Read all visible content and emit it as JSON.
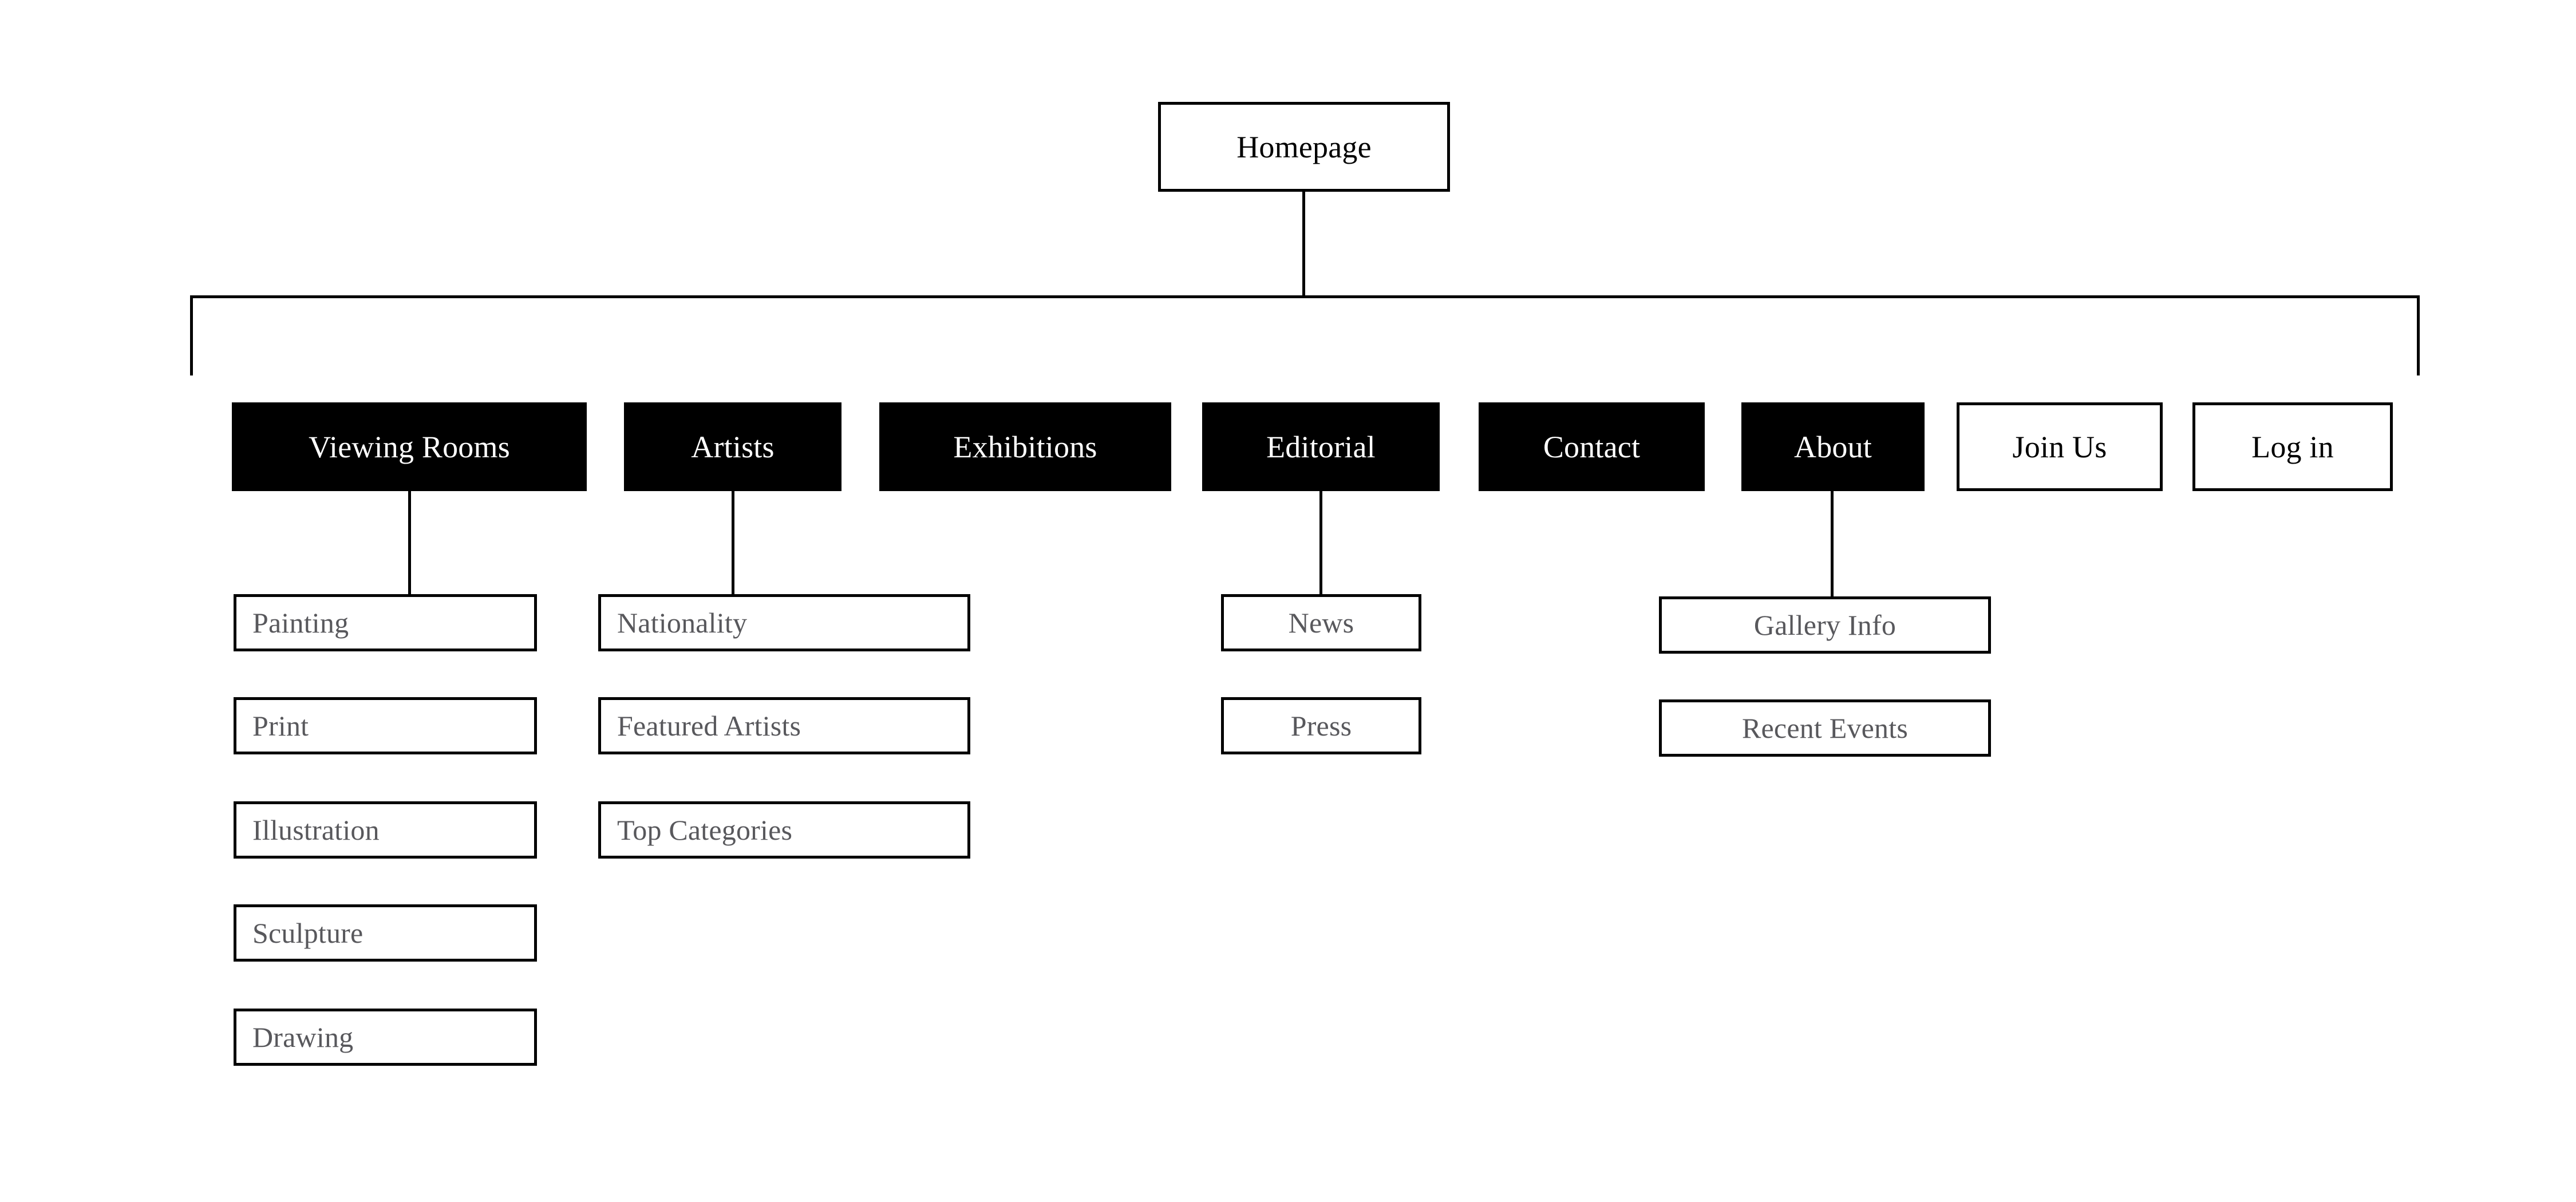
{
  "diagram": {
    "type": "sitemap",
    "title_node": {
      "label": "Homepage"
    },
    "primary_nav": [
      {
        "label": "Viewing Rooms",
        "style": "filled",
        "has_children": true
      },
      {
        "label": "Artists",
        "style": "filled",
        "has_children": true
      },
      {
        "label": "Exhibitions",
        "style": "filled",
        "has_children": false
      },
      {
        "label": "Editorial",
        "style": "filled",
        "has_children": true
      },
      {
        "label": "Contact",
        "style": "filled",
        "has_children": false
      },
      {
        "label": "About",
        "style": "filled",
        "has_children": true
      },
      {
        "label": "Join Us",
        "style": "outline",
        "has_children": false
      },
      {
        "label": "Log in",
        "style": "outline",
        "has_children": false
      }
    ],
    "children": {
      "viewing_rooms": [
        "Painting",
        "Print",
        "Illustration",
        "Sculpture",
        "Drawing"
      ],
      "artists": [
        "Nationality",
        "Featured Artists",
        "Top Categories"
      ],
      "editorial": [
        "News",
        "Press"
      ],
      "about": [
        "Gallery Info",
        "Recent Events"
      ]
    }
  },
  "colors": {
    "background": "#ffffff",
    "line": "#000000",
    "filled_node_bg": "#000000",
    "filled_node_text": "#ffffff",
    "outline_node_text": "#000000",
    "child_node_text": "#58585c"
  }
}
